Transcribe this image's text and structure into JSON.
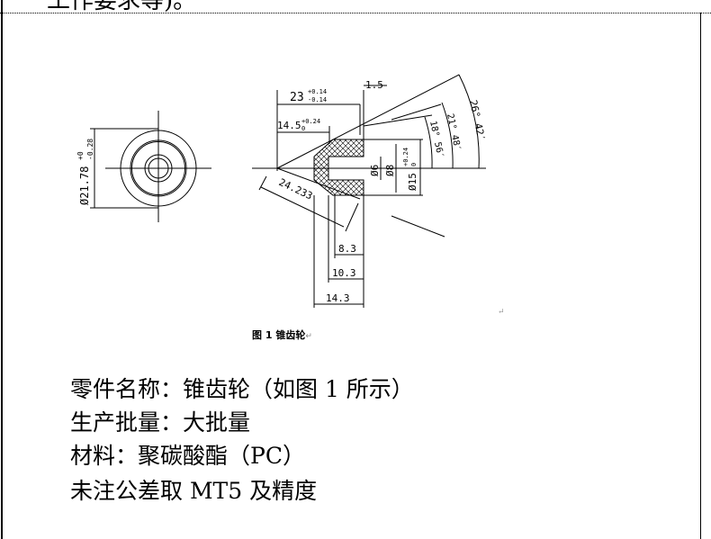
{
  "document": {
    "top_text": "工作要求等)。",
    "figure_caption": "图 1 锥齿轮",
    "paragraph_mark": "↵",
    "lines": [
      "零件名称：锥齿轮（如图 1 所示）",
      "生产批量：大批量",
      "材料：聚碳酸酯（PC）",
      "未注公差取 MT5 及精度"
    ]
  },
  "drawing": {
    "left_view_diameter": "Ø21.78",
    "left_view_tol_upper": "+0",
    "left_view_tol_lower": "-0.28",
    "dim_23": "23",
    "dim_23_upper": "+0.14",
    "dim_23_lower": "-0.14",
    "dim_14_5": "14.5",
    "dim_14_5_upper": "+0.24",
    "dim_14_5_lower": "0",
    "dim_1_5": "1.5",
    "dim_phi6": "Ø6",
    "dim_phi8": "Ø8",
    "dim_phi15": "Ø15",
    "dim_phi15_upper": "+0.24",
    "dim_phi15_lower": "0",
    "dim_24_233": "24.233",
    "dim_8_3": "8.3",
    "dim_10_3": "10.3",
    "dim_14_3": "14.3",
    "angle_26_42": "26° 42′",
    "angle_21_48": "21° 48′",
    "angle_18_56": "18° 56′"
  }
}
